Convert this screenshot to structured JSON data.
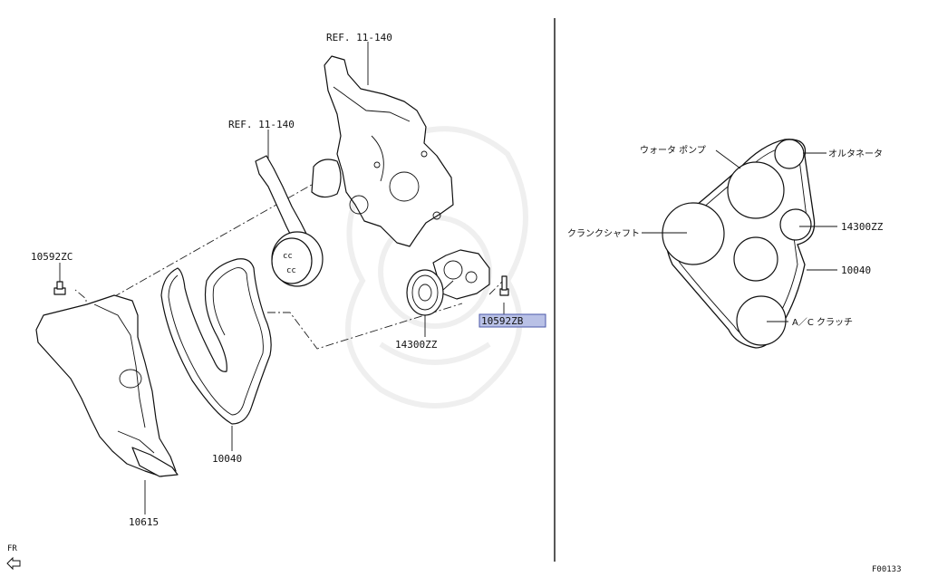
{
  "exploded_view": {
    "ref_upper": "REF. 11-140",
    "ref_lower": "REF. 11-140",
    "bolt_left": "10592ZC",
    "bolt_right": "10592ZB",
    "tensioner": "14300ZZ",
    "belt": "10040",
    "cover": "10615",
    "fr_marker": "FR"
  },
  "routing_diagram": {
    "water_pump": "ウォータ ポンプ",
    "alternator": "オルタネータ",
    "crankshaft": "クランクシャフト",
    "tensioner": "14300ZZ",
    "belt": "10040",
    "ac_clutch": "A／C クラッチ"
  },
  "figure_code": "F00133",
  "colors": {
    "highlight_fill": "#b9c1e6",
    "highlight_stroke": "#4a57a8",
    "ink": "#111111"
  }
}
